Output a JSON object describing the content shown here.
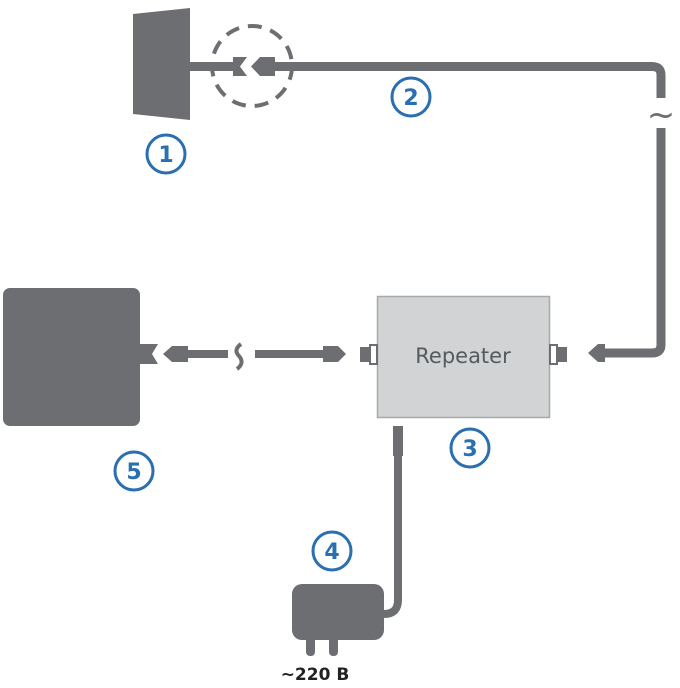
{
  "colors": {
    "device": "#6d6e71",
    "repeater_fill": "#d1d3d4",
    "repeater_stroke": "#a7a9ac",
    "number_accent": "#2a6fb0"
  },
  "diagram": {
    "title": "Repeater connection scheme",
    "components": [
      {
        "id": 1,
        "label": "1",
        "name": "outdoor-antenna"
      },
      {
        "id": 2,
        "label": "2",
        "name": "outdoor-cable"
      },
      {
        "id": 3,
        "label": "3",
        "name": "repeater"
      },
      {
        "id": 4,
        "label": "4",
        "name": "power-supply"
      },
      {
        "id": 5,
        "label": "5",
        "name": "indoor-antenna"
      }
    ],
    "repeater_label": "Repeater",
    "power_label": "~220 В",
    "break_symbol": "~"
  }
}
